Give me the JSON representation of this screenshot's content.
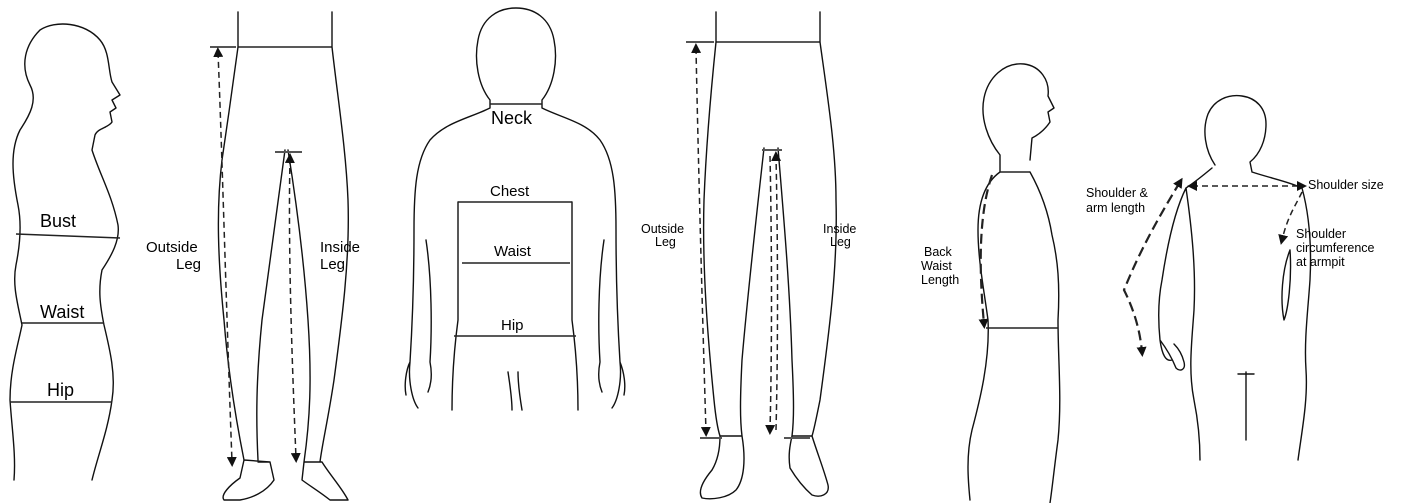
{
  "labels": {
    "bust": "Bust",
    "waist_side": "Waist",
    "hip_side": "Hip",
    "outside_leg_1": [
      "Outside",
      "Leg"
    ],
    "inside_leg_1": [
      "Inside",
      "Leg"
    ],
    "neck": "Neck",
    "chest": "Chest",
    "waist_front": "Waist",
    "hip_front": "Hip",
    "outside_leg_2": [
      "Outside",
      "Leg"
    ],
    "inside_leg_2": [
      "Inside",
      "Leg"
    ],
    "back_waist_length": [
      "Back",
      "Waist",
      "Length"
    ],
    "shoulder_arm_length": [
      "Shoulder &",
      "arm length"
    ],
    "shoulder_size": "Shoulder size",
    "shoulder_circumference": [
      "Shoulder",
      "circumference",
      "at armpit"
    ]
  }
}
